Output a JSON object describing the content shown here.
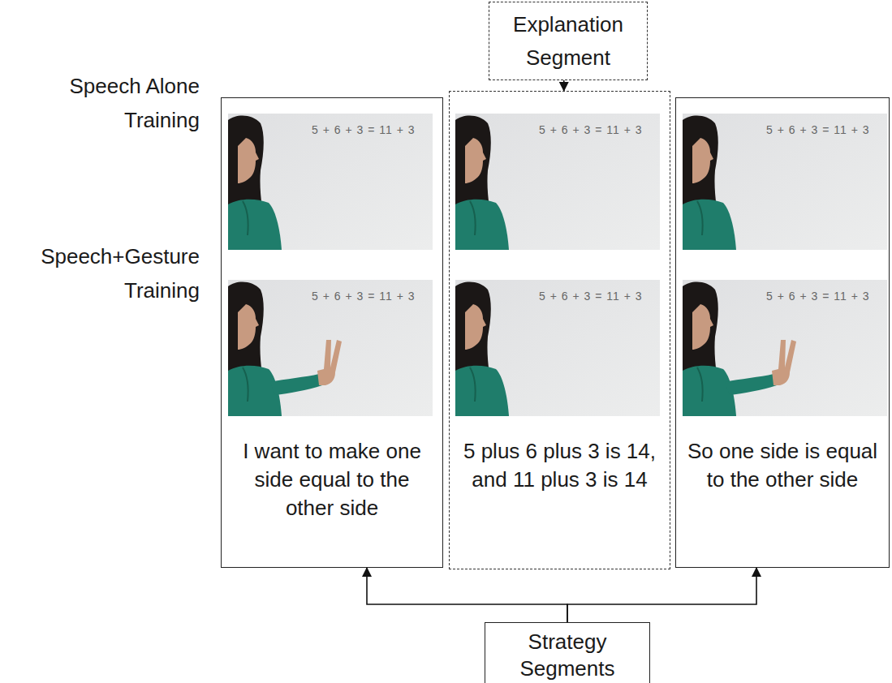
{
  "diagram": {
    "nodes": [
      {
        "text": [
          "Explanation Segment"
        ]
      },
      {
        "text": [
          "I want to make one side equal to the other side"
        ]
      },
      {
        "text": [
          "5 plus 6 plus 3 is 14, and 11 plus 3 is 14"
        ]
      },
      {
        "text": [
          "So one side is equal to the other side"
        ]
      },
      {
        "text": [
          "Strategy Segments"
        ]
      }
    ],
    "edges": [
      {
        "from": 0,
        "to": 2,
        "arrow": "to"
      },
      {
        "from": 4,
        "to": 1,
        "arrow": "to"
      },
      {
        "from": 4,
        "to": 3,
        "arrow": "to"
      }
    ],
    "labels": [
      "Speech Alone Training",
      "Speech+Gesture Training",
      "5 + 6 + 3 = 11 + 3",
      "5 + 6 + 3 = 11 + 3",
      "5 + 6 + 3 = 11 + 3",
      "5 + 6 + 3 = 11 + 3",
      "5 + 6 + 3 = 11 + 3",
      "5 + 6 + 3 = 11 + 3"
    ]
  }
}
